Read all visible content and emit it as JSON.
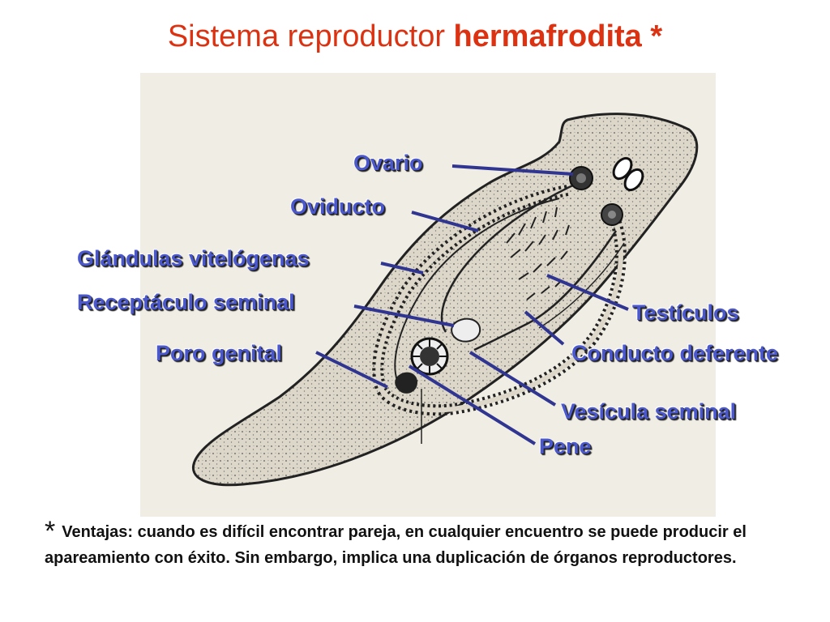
{
  "title": {
    "part1": "Sistema reproductor ",
    "part2": "hermafrodita *"
  },
  "labels": {
    "ovario": "Ovario",
    "oviducto": "Oviducto",
    "glandulas": "Glándulas vitelógenas",
    "receptaculo": "Receptáculo seminal",
    "poro": "Poro genital",
    "testiculos": "Testículos",
    "conducto": "Conducto deferente",
    "vesicula": "Vesícula seminal",
    "pene": "Pene"
  },
  "note": {
    "star": "*",
    "text": "Ventajas: cuando es difícil encontrar pareja, en cualquier encuentro se puede producir el apareamiento con éxito. Sin embargo, implica una duplicación de órganos reproductores."
  },
  "colors": {
    "title": "#dc3212",
    "label": "#4a58cc",
    "pointer": "#2f3590",
    "plate": "#f0ede4",
    "body": "#dbd6c8"
  }
}
